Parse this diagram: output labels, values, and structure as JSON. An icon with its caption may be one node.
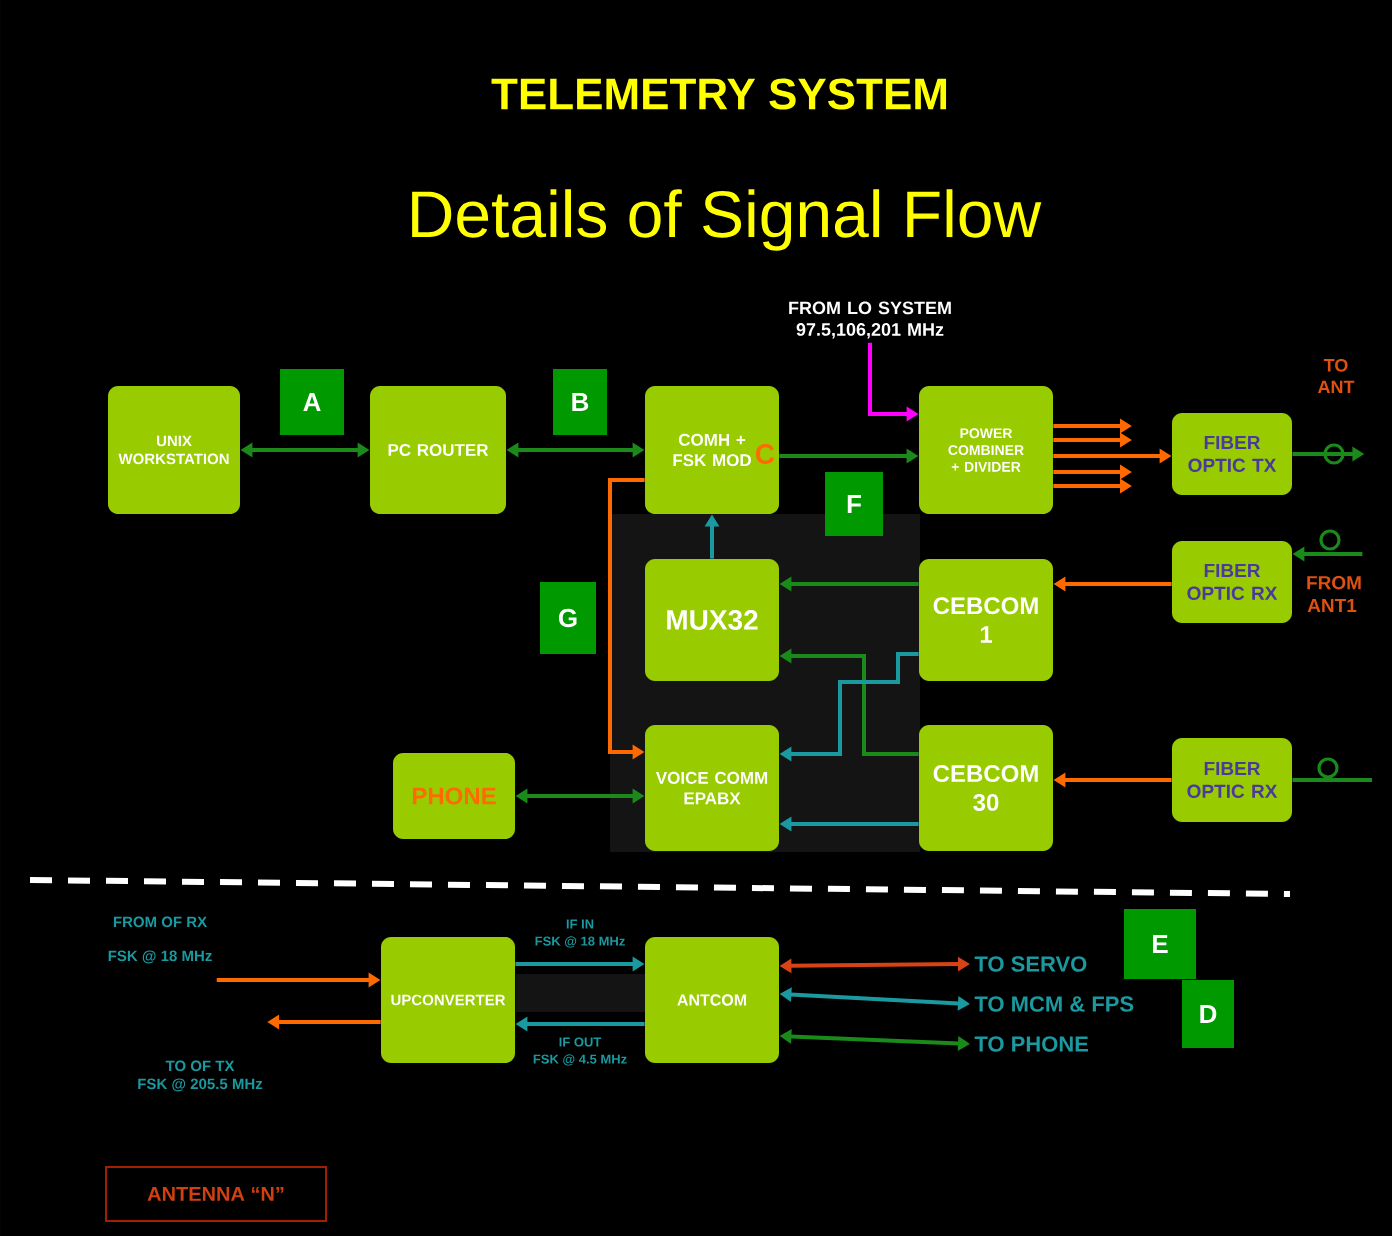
{
  "diagram": {
    "title": "TELEMETRY SYSTEM",
    "nodes": [
      {
        "text": [
          "UNIX WORKSTATION"
        ]
      },
      {
        "text": [
          "PC ROUTER"
        ]
      },
      {
        "text": [
          "COMH + FSK MOD",
          "C"
        ]
      },
      {
        "text": [
          "POWER COMBINER + DIVIDER"
        ]
      },
      {
        "text": [
          "FIBER OPTIC TX"
        ]
      },
      {
        "text": [
          "MUX32"
        ]
      },
      {
        "text": [
          "CEBCOM 1"
        ]
      },
      {
        "text": [
          "FIBER OPTIC RX"
        ]
      },
      {
        "text": [
          "PHONE"
        ]
      },
      {
        "text": [
          "VOICE COMM EPABX"
        ]
      },
      {
        "text": [
          "CEBCOM 30"
        ]
      },
      {
        "text": [
          "FIBER OPTIC RX"
        ]
      },
      {
        "text": [
          "UPCONVERTER"
        ]
      },
      {
        "text": [
          "ANTCOM"
        ]
      },
      {
        "text": [
          "A"
        ]
      },
      {
        "text": [
          "B"
        ]
      },
      {
        "text": [
          "F"
        ]
      },
      {
        "text": [
          "G"
        ]
      },
      {
        "text": [
          "E"
        ]
      },
      {
        "text": [
          "D"
        ]
      },
      {
        "text": [
          "ANTENNA “N”"
        ]
      },
      {
        "text": [
          "FROM LO SYSTEM",
          "97.5,106,201 MHz"
        ]
      },
      {
        "text": [
          "TO SERVO"
        ]
      },
      {
        "text": [
          "TO MCM & FPS"
        ]
      },
      {
        "text": [
          "TO PHONE"
        ]
      },
      {
        "text": [
          "FROM OF RX",
          "FSK @ 18 MHz"
        ]
      },
      {
        "text": [
          "TO OF TX",
          "FSK @ 205.5 MHz"
        ]
      },
      {
        "text": [
          "TO ANT"
        ]
      },
      {
        "text": [
          "FROM ANT1"
        ]
      }
    ],
    "edges": [
      {
        "from": 0,
        "to": 1,
        "arrow": "both"
      },
      {
        "from": 1,
        "to": 2,
        "arrow": "both"
      },
      {
        "from": 2,
        "to": 3,
        "arrow": "to"
      },
      {
        "from": 21,
        "to": 3,
        "arrow": "to",
        "color": "#ff00ff"
      },
      {
        "from": 3,
        "to": 4,
        "arrow": "to",
        "color": "#ff6a00"
      },
      {
        "from": 3,
        "to": null,
        "arrow": "to",
        "color": "#ff6a00"
      },
      {
        "from": 3,
        "to": null,
        "arrow": "to",
        "color": "#ff6a00"
      },
      {
        "from": 3,
        "to": null,
        "arrow": "to",
        "color": "#ff6a00"
      },
      {
        "from": 3,
        "to": null,
        "arrow": "to",
        "color": "#ff6a00"
      },
      {
        "from": 4,
        "to": 27,
        "arrow": "to"
      },
      {
        "from": 28,
        "to": 7,
        "arrow": "to"
      },
      {
        "from": null,
        "to": 11,
        "arrow": "none"
      },
      {
        "from": 7,
        "to": 6,
        "arrow": "to",
        "color": "#ff6a00"
      },
      {
        "from": 11,
        "to": 10,
        "arrow": "to",
        "color": "#ff6a00"
      },
      {
        "from": 6,
        "to": 5,
        "arrow": "to"
      },
      {
        "from": 10,
        "to": 5,
        "arrow": "to"
      },
      {
        "from": 6,
        "to": 9,
        "arrow": "to",
        "color": "#1a9aa0"
      },
      {
        "from": 10,
        "to": 9,
        "arrow": "to",
        "color": "#1a9aa0"
      },
      {
        "from": 5,
        "to": 2,
        "arrow": "to",
        "color": "#1a9aa0"
      },
      {
        "from": 2,
        "to": 9,
        "arrow": "to",
        "color": "#ff6a00"
      },
      {
        "from": 8,
        "to": 9,
        "arrow": "both"
      },
      {
        "from": 25,
        "to": 12,
        "arrow": "to",
        "color": "#ff6a00"
      },
      {
        "from": 12,
        "to": 26,
        "arrow": "to",
        "color": "#ff6a00"
      },
      {
        "from": 12,
        "to": 13,
        "arrow": "to",
        "label": "IF IN",
        "color": "#1a9aa0"
      },
      {
        "from": 13,
        "to": 12,
        "arrow": "to",
        "label": "IF OUT",
        "color": "#1a9aa0"
      },
      {
        "from": 13,
        "to": 22,
        "arrow": "both",
        "color": "#d84315"
      },
      {
        "from": 13,
        "to": 23,
        "arrow": "both",
        "color": "#1a9aa0"
      },
      {
        "from": 13,
        "to": 24,
        "arrow": "both"
      }
    ],
    "labels": [
      "Details of Signal Flow",
      "FSK @ 18 MHz",
      "FSK @ 4.5 MHz"
    ]
  }
}
